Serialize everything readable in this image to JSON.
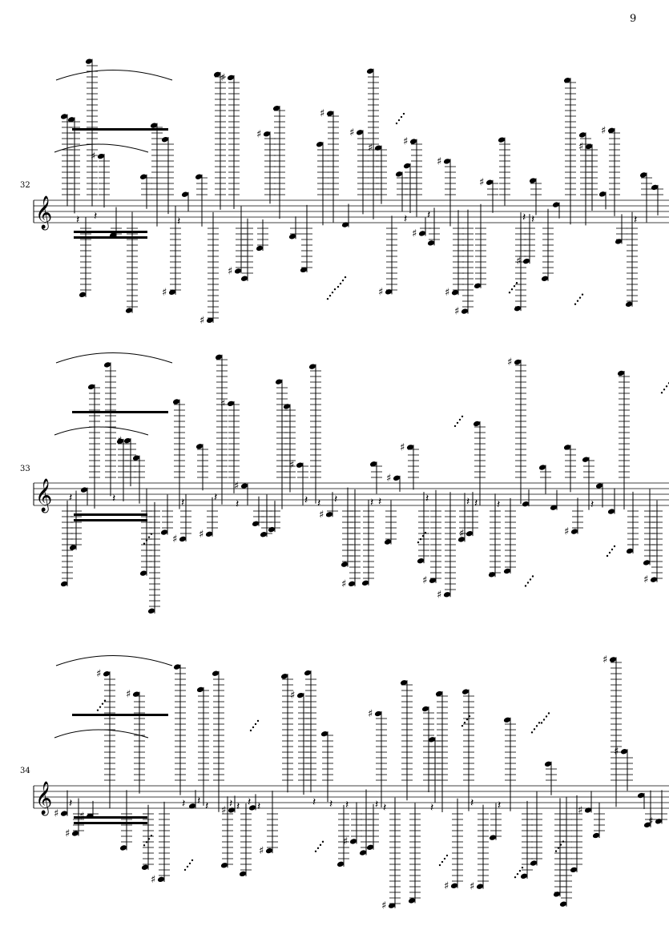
{
  "page": {
    "number": "9"
  },
  "colors": {
    "ink": "#000000",
    "paper": "#ffffff"
  },
  "clef": "treble",
  "systems": [
    {
      "measure": "32"
    },
    {
      "measure": "33"
    },
    {
      "measure": "34"
    }
  ]
}
